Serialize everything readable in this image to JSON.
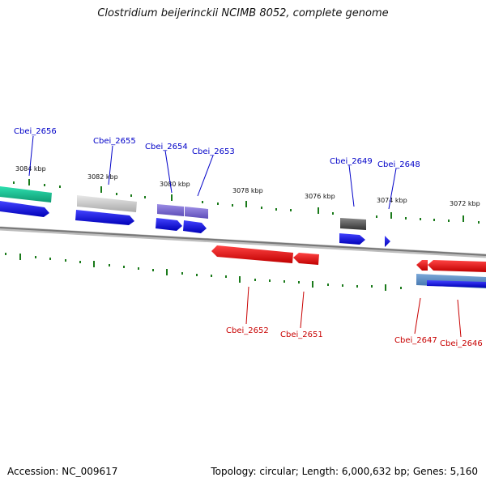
{
  "title": "Clostridium beijerinckii NCIMB 8052, complete genome",
  "footer": {
    "accession": "Accession: NC_009617",
    "summary": "Topology: circular; Length: 6,000,632 bp; Genes: 5,160"
  },
  "colors": {
    "backbone": "#8a8a8a",
    "tick": "#1a7a1a",
    "forward_label": "#0000c8",
    "reverse_label": "#c80000",
    "cds_forward": "#0000ee",
    "cds_reverse": "#ee0000"
  },
  "scale_labels": [
    "3084 kbp",
    "3082 kbp",
    "3080 kbp",
    "3078 kbp",
    "3076 kbp",
    "3074 kbp",
    "3072 kbp"
  ],
  "forward_genes": [
    {
      "label": "Cbei_2656"
    },
    {
      "label": "Cbei_2655"
    },
    {
      "label": "Cbei_2654"
    },
    {
      "label": "Cbei_2653"
    },
    {
      "label": "Cbei_2649"
    },
    {
      "label": "Cbei_2648"
    }
  ],
  "reverse_genes": [
    {
      "label": "Cbei_2652"
    },
    {
      "label": "Cbei_2651"
    },
    {
      "label": "Cbei_2647"
    },
    {
      "label": "Cbei_2646"
    }
  ]
}
